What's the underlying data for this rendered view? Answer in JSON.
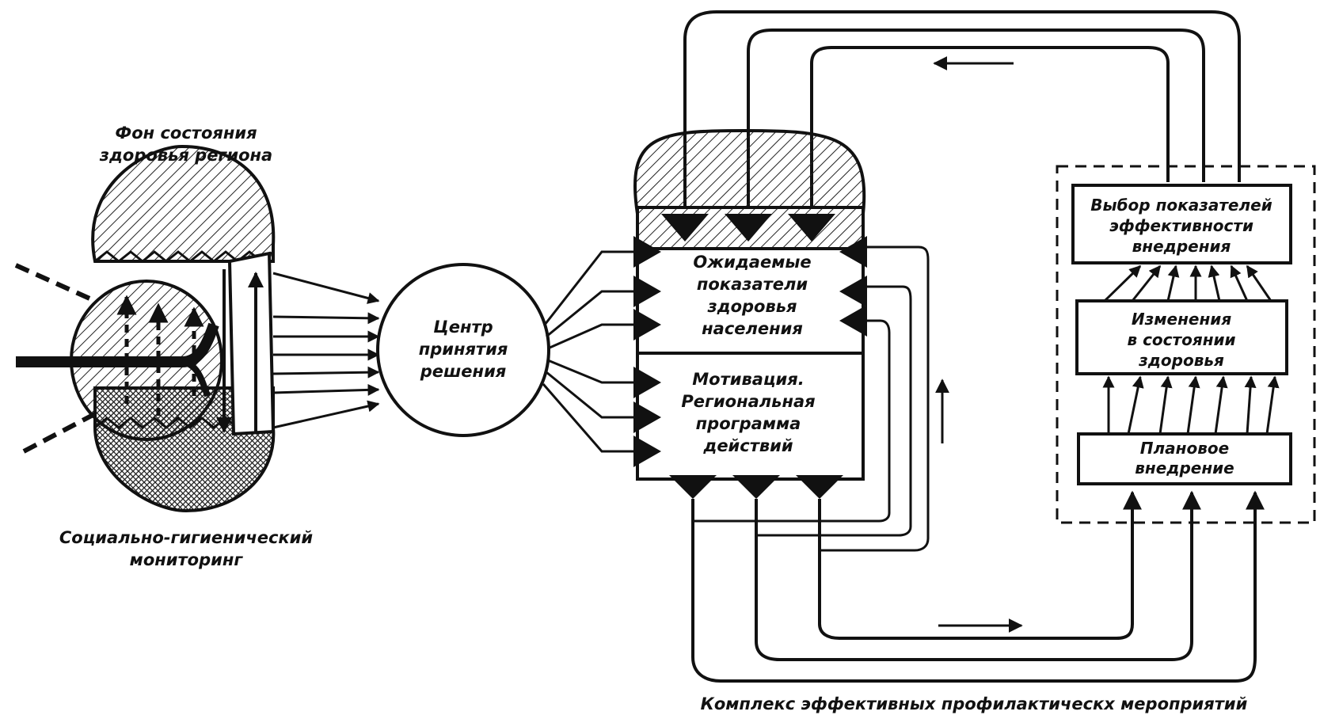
{
  "labels": {
    "health_background": [
      "Фон состояния",
      "здоровья региона"
    ],
    "monitoring": [
      "Социально-гигиенический",
      "мониторинг"
    ],
    "decision_center": [
      "Центр",
      "принятия",
      "решения"
    ],
    "expected_indicators": [
      "Ожидаемые",
      "показатели",
      "здоровья",
      "населения"
    ],
    "motivation": [
      "Мотивация.",
      "Региональная",
      "программа",
      "действий"
    ],
    "indicator_selection": [
      "Выбор показателей",
      "эффективности",
      "внедрения"
    ],
    "health_changes": [
      "Изменения",
      "в состоянии",
      "здоровья"
    ],
    "planned_implementation": [
      "Плановое",
      "внедрение"
    ],
    "complex": "Комплекс эффективных профилактическх мероприятий"
  }
}
